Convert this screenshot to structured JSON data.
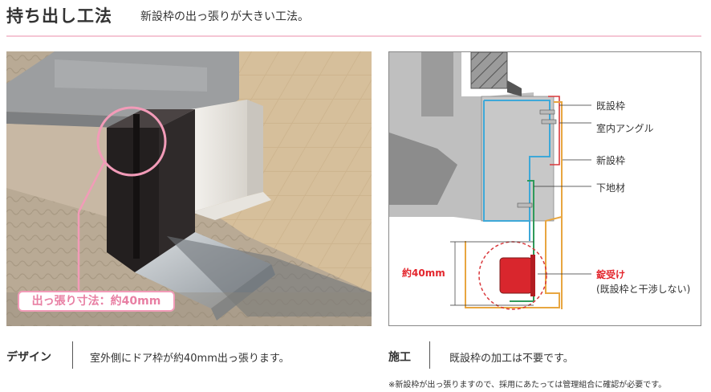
{
  "header": {
    "title": "持ち出し工法",
    "subtitle": "新設枠の出っ張りが大きい工法。"
  },
  "photo": {
    "callout": "出っ張り寸法：約40mm"
  },
  "diagram": {
    "labels": {
      "existing_frame": "既設枠",
      "indoor_angle": "室内アングル",
      "new_frame": "新設枠",
      "base_material": "下地材",
      "strike": "錠受け",
      "strike_note": "(既設枠と干渉しない)",
      "dimension": "約40mm"
    }
  },
  "footer": {
    "design_label": "デザイン",
    "design_text": "室外側にドア枠が約40mm出っ張ります。",
    "construction_label": "施工",
    "construction_text": "既設枠の加工は不要です。",
    "note": "※新設枠が出っ張りますので、採用にあたっては管理組合に確認が必要です。"
  },
  "colors": {
    "accent_pink": "#f29bb8",
    "strike_red": "#e3262d",
    "frame_blue": "#3ea8d8",
    "new_frame_orange": "#e8a640",
    "base_green": "#2f9a5a"
  }
}
